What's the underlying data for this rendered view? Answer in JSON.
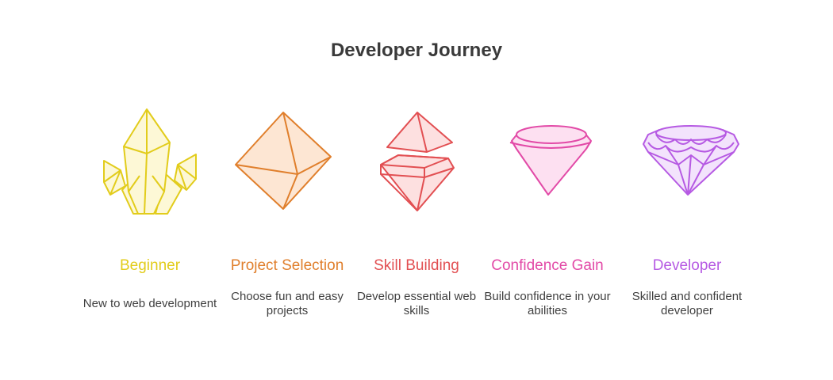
{
  "title": "Developer Journey",
  "stages": [
    {
      "label": "Beginner",
      "description": "New to web development",
      "icon": "crystal-cluster-icon",
      "color": "#e2cc1b",
      "fill": "#fdf8d6"
    },
    {
      "label": "Project Selection",
      "description": "Choose fun and easy projects",
      "icon": "octahedron-gem-icon",
      "color": "#e07f2c",
      "fill": "#fde6d3"
    },
    {
      "label": "Skill Building",
      "description": "Develop essential web skills",
      "icon": "split-gem-icon",
      "color": "#e24f52",
      "fill": "#fde0e0"
    },
    {
      "label": "Confidence Gain",
      "description": "Build confidence in your abilities",
      "icon": "cut-gem-icon",
      "color": "#e24aa7",
      "fill": "#fde0f1"
    },
    {
      "label": "Developer",
      "description": "Skilled and confident developer",
      "icon": "diamond-icon",
      "color": "#b65ae3",
      "fill": "#f3e3fc"
    }
  ]
}
